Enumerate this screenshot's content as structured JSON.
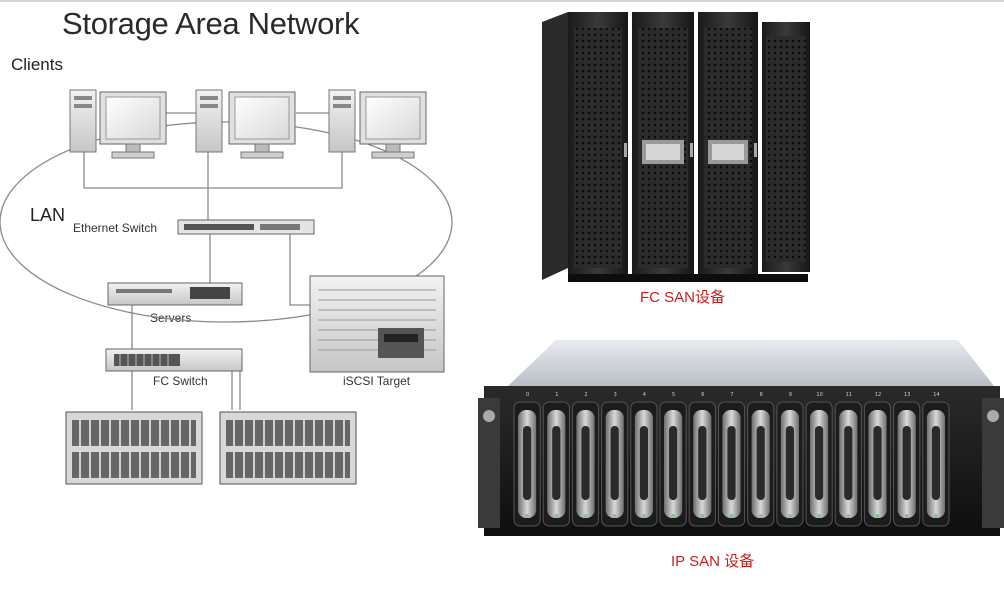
{
  "diagram": {
    "title": "Storage Area Network",
    "clients_label": "Clients",
    "lan_label": "LAN",
    "ethernet_switch_label": "Ethernet Switch",
    "servers_label": "Servers",
    "fc_switch_label": "FC Switch",
    "iscsi_target_label": "iSCSI Target"
  },
  "photos": {
    "fc_san_caption": "FC SAN设备",
    "ip_san_caption": "IP SAN 设备",
    "drive_bay_numbers": [
      "0",
      "1",
      "2",
      "3",
      "4",
      "5",
      "6",
      "7",
      "8",
      "9",
      "10",
      "11",
      "12",
      "13",
      "14"
    ]
  },
  "colors": {
    "caption_red": "#c8201e",
    "line_gray": "#8a8a8a"
  }
}
